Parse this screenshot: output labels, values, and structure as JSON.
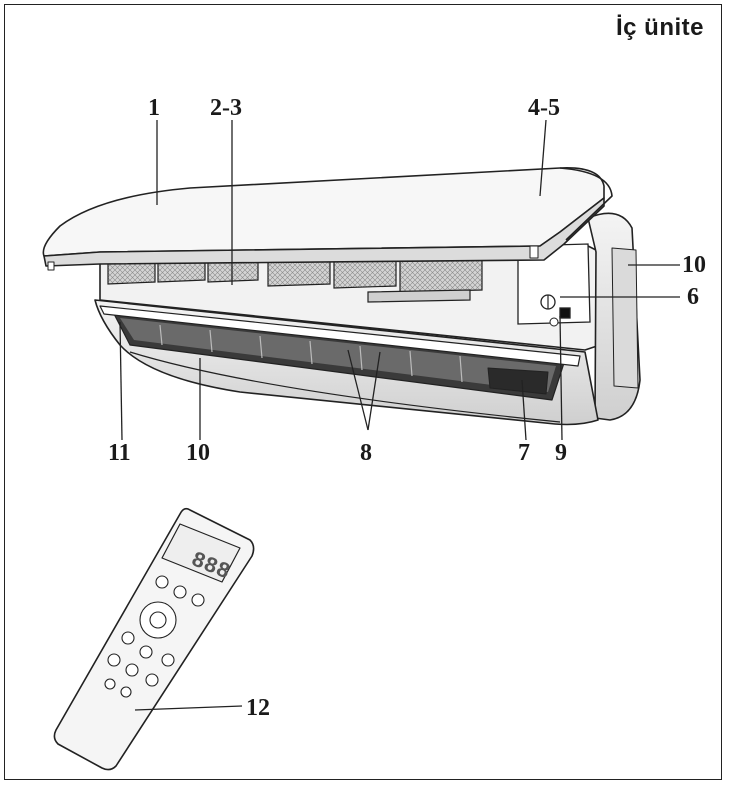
{
  "title": "İç ünite",
  "callouts": [
    {
      "id": "c1",
      "label": "1"
    },
    {
      "id": "c23",
      "label": "2-3"
    },
    {
      "id": "c45",
      "label": "4-5"
    },
    {
      "id": "c10r",
      "label": "10"
    },
    {
      "id": "c6",
      "label": "6"
    },
    {
      "id": "c11",
      "label": "11"
    },
    {
      "id": "c10b",
      "label": "10"
    },
    {
      "id": "c8",
      "label": "8"
    },
    {
      "id": "c7",
      "label": "7"
    },
    {
      "id": "c9",
      "label": "9"
    },
    {
      "id": "c12",
      "label": "12"
    }
  ],
  "remote_display": "888"
}
